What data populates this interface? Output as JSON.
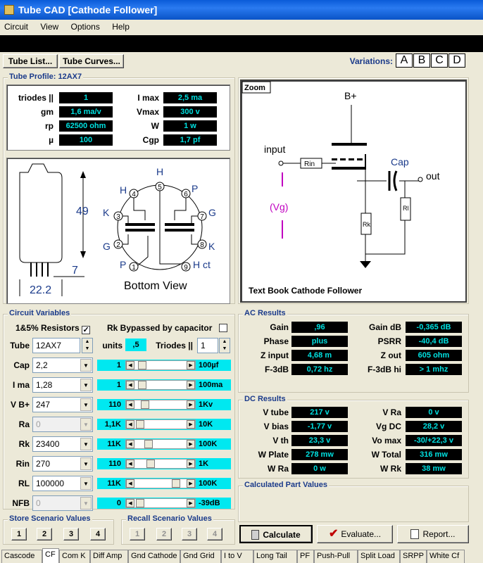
{
  "title": "Tube CAD   [Cathode Follower]",
  "menu": [
    "Circuit",
    "View",
    "Options",
    "Help"
  ],
  "toolbar": {
    "tube_list": "Tube List...",
    "tube_curves": "Tube Curves...",
    "variations_label": "Variations:",
    "variations": [
      "A",
      "B",
      "C",
      "D"
    ]
  },
  "profile": {
    "title": "Tube Profile: 12AX7",
    "left": [
      {
        "label": "triodes ||",
        "value": "1"
      },
      {
        "label": "gm",
        "value": "1,6 ma/v"
      },
      {
        "label": "rp",
        "value": "62500 ohm"
      },
      {
        "label": "µ",
        "value": "100"
      }
    ],
    "right": [
      {
        "label": "I max",
        "value": "2,5 ma"
      },
      {
        "label": "Vmax",
        "value": "300 v"
      },
      {
        "label": "W",
        "value": "1 w"
      },
      {
        "label": "Cgp",
        "value": "1,7 pf"
      }
    ]
  },
  "tube_drawing": {
    "height": "49",
    "pin_len": "7",
    "diameter": "22.2",
    "bottom_view": "Bottom View",
    "pins": [
      "1",
      "2",
      "3",
      "4",
      "5",
      "6",
      "7",
      "8",
      "9"
    ],
    "pin_labels": {
      "H1": "H",
      "H2": "H",
      "P1": "P",
      "P2": "P",
      "G1": "G",
      "G2": "G",
      "K1": "K",
      "K2": "K",
      "Hct": "H ct"
    }
  },
  "zoom": {
    "label": "Zoom",
    "bplus": "B+",
    "input": "input",
    "rin": "Rin",
    "vg": "(Vg)",
    "cap": "Cap",
    "out": "out",
    "rk": "Rk",
    "rl": "Rl",
    "caption": "Text Book Cathode Follower"
  },
  "circuit": {
    "title": "Circuit Variables",
    "resistors_label": "1&5% Resistors",
    "resistors_checked": "✓",
    "rk_bypassed_label": "Rk Bypassed by capacitor",
    "rk_bypassed_checked": "",
    "tube_label": "Tube",
    "tube_value": "12AX7",
    "units_label": "units",
    "units_value": ",5",
    "triodes_label": "Triodes ||",
    "triodes_value": "1",
    "rows": [
      {
        "label": "Cap",
        "value": "2,2",
        "mult": "1",
        "max": "100µf",
        "thumb": 0.05,
        "disabled": false
      },
      {
        "label": "I ma",
        "value": "1,28",
        "mult": "1",
        "max": "100ma",
        "thumb": 0.05,
        "disabled": false
      },
      {
        "label": "V B+",
        "value": "247",
        "mult": "110",
        "max": "1Kv",
        "thumb": 0.12,
        "disabled": false
      },
      {
        "label": "Ra",
        "value": "0",
        "mult": "1,1K",
        "max": "10K",
        "thumb": 0.0,
        "disabled": true
      },
      {
        "label": "Rk",
        "value": "23400",
        "mult": "11K",
        "max": "100K",
        "thumb": 0.2,
        "disabled": false
      },
      {
        "label": "Rin",
        "value": "270",
        "mult": "110",
        "max": "1K",
        "thumb": 0.25,
        "disabled": false
      },
      {
        "label": "RL",
        "value": "100000",
        "mult": "11K",
        "max": "100K",
        "thumb": 0.88,
        "disabled": false
      },
      {
        "label": "NFB",
        "value": "0",
        "mult": "0",
        "max": "-39dB",
        "thumb": 0.0,
        "disabled": true
      }
    ]
  },
  "ac": {
    "title": "AC Results",
    "left": [
      {
        "label": "Gain",
        "value": ",96"
      },
      {
        "label": "Phase",
        "value": "plus"
      },
      {
        "label": "Z input",
        "value": "4,68 m"
      },
      {
        "label": "F-3dB",
        "value": "0,72 hz"
      }
    ],
    "right": [
      {
        "label": "Gain dB",
        "value": "-0,365 dB"
      },
      {
        "label": "PSRR",
        "value": "-40,4 dB"
      },
      {
        "label": "Z out",
        "value": "605 ohm"
      },
      {
        "label": "F-3dB hi",
        "value": "> 1 mhz"
      }
    ]
  },
  "dc": {
    "title": "DC Results",
    "left": [
      {
        "label": "V tube",
        "value": "217 v"
      },
      {
        "label": "V bias",
        "value": "-1,77 v"
      },
      {
        "label": "V th",
        "value": "23,3 v"
      },
      {
        "label": "W Plate",
        "value": "278 mw"
      },
      {
        "label": "W Ra",
        "value": "0 w"
      }
    ],
    "right": [
      {
        "label": "V Ra",
        "value": "0 v"
      },
      {
        "label": "Vg DC",
        "value": "28,2 v"
      },
      {
        "label": "Vo max",
        "value": "-30/+22,3 v"
      },
      {
        "label": "W Total",
        "value": "316 mw"
      },
      {
        "label": "W Rk",
        "value": "38 mw"
      }
    ]
  },
  "calc_parts": {
    "title": "Calculated Part Values"
  },
  "store": {
    "title": "Store Scenario Values",
    "buttons": [
      "1",
      "2",
      "3",
      "4"
    ]
  },
  "recall": {
    "title": "Recall Scenario Values",
    "buttons": [
      "1",
      "2",
      "3",
      "4"
    ]
  },
  "actions": {
    "calculate": "Calculate",
    "evaluate": "Evaluate...",
    "report": "Report..."
  },
  "tabs": [
    "Cascode",
    "CF",
    "Com K",
    "Diff Amp",
    "Gnd Cathode",
    "Gnd Grid",
    "I to V",
    "Long Tail",
    "PF",
    "Push-Pull",
    "Split Load",
    "SRPP",
    "White Cf"
  ],
  "colors": {
    "title_bar": "#0a5bd8",
    "display_bg": "#000000",
    "display_fg": "#00e0e0",
    "slider_bg": "#00e8f0",
    "vg_label": "#c000c0"
  }
}
